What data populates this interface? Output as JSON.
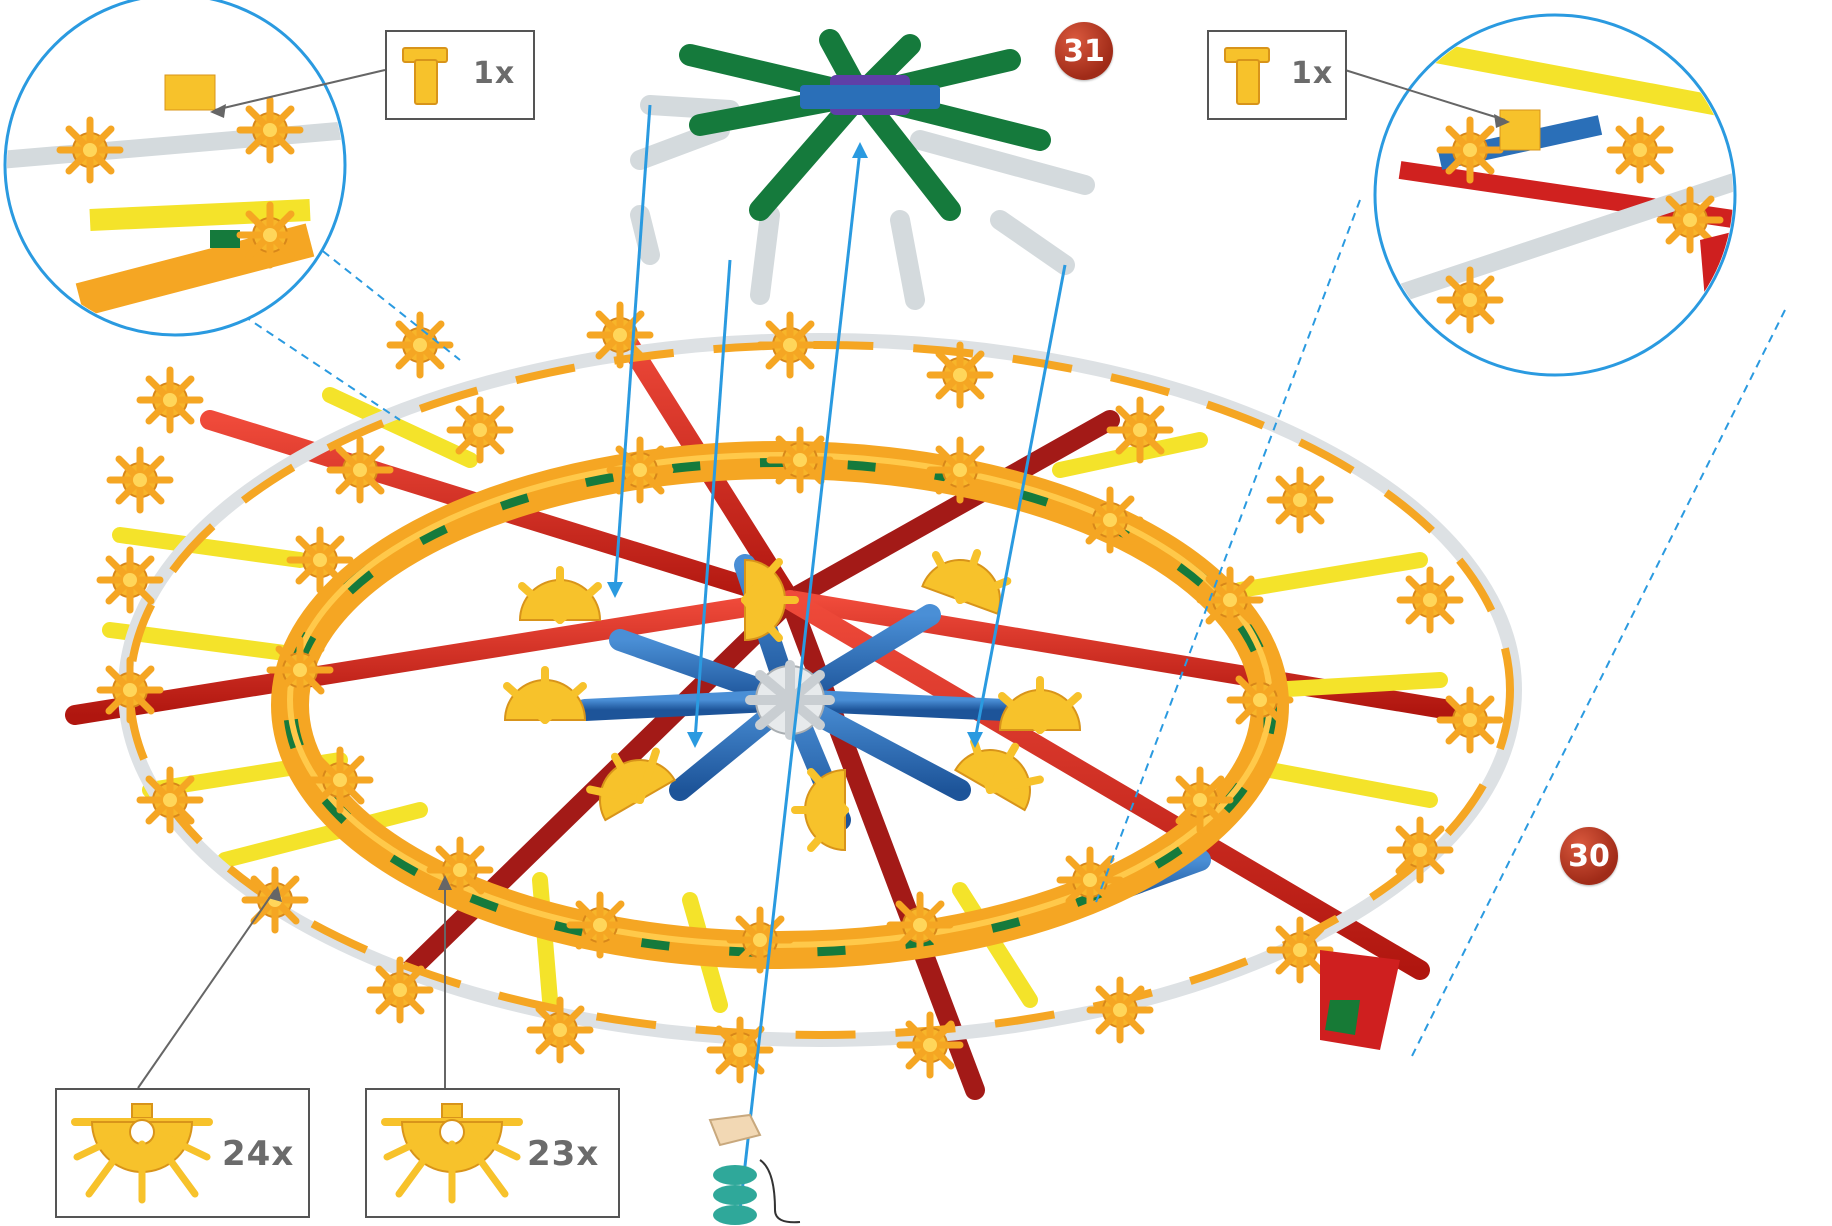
{
  "steps": {
    "current": "31",
    "previous": "30"
  },
  "parts": {
    "top_left": {
      "icon": "yellow-connector-cap-icon",
      "qty": "1x"
    },
    "top_right": {
      "icon": "yellow-connector-cap-icon",
      "qty": "1x"
    },
    "bottom_left": {
      "icon": "yellow-half-wheel-connector-icon",
      "qty": "24x"
    },
    "bottom_middle": {
      "icon": "yellow-half-wheel-connector-icon",
      "qty": "23x"
    }
  },
  "colors": {
    "ring_orange": "#f5a623",
    "connector_yellow": "#f7c22b",
    "rod_red": "#d0211f",
    "rod_blue": "#2a6fb8",
    "rod_yellow": "#f4e32a",
    "rod_white": "#d9dde0",
    "hub_green": "#157a3c",
    "guide_blue": "#2a9ae0",
    "badge_red": "#b3341f"
  }
}
